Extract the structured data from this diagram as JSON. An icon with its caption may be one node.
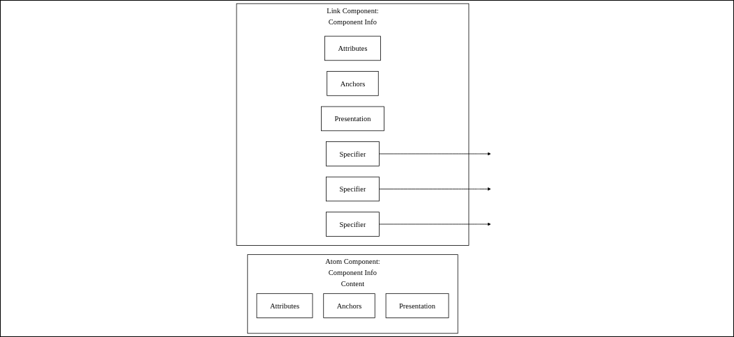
{
  "diagram": {
    "nodes": [
      {
        "text": [
          "Atom Component:",
          "Component Info",
          "Content"
        ]
      },
      {
        "text": [
          "Attributes"
        ],
        "in": 0
      },
      {
        "text": [
          "Anchors"
        ],
        "in": 0
      },
      {
        "text": [
          "Presentation"
        ],
        "in": 0
      },
      {
        "text": [
          "Link Component:",
          "Component Info"
        ]
      },
      {
        "text": [
          "Attributes"
        ],
        "in": 4
      },
      {
        "text": [
          "Anchors"
        ],
        "in": 4
      },
      {
        "text": [
          "Presentation"
        ],
        "in": 4
      },
      {
        "text": [
          "Specifier"
        ],
        "in": 4
      },
      {
        "text": [
          "Specifier"
        ],
        "in": 4
      },
      {
        "text": [
          "Specifier"
        ],
        "in": 4
      }
    ],
    "edges": [
      {
        "from": 8,
        "to": null,
        "arrow": "to"
      },
      {
        "from": 9,
        "to": null,
        "arrow": "to"
      },
      {
        "from": 10,
        "to": null,
        "arrow": "to"
      }
    ]
  }
}
